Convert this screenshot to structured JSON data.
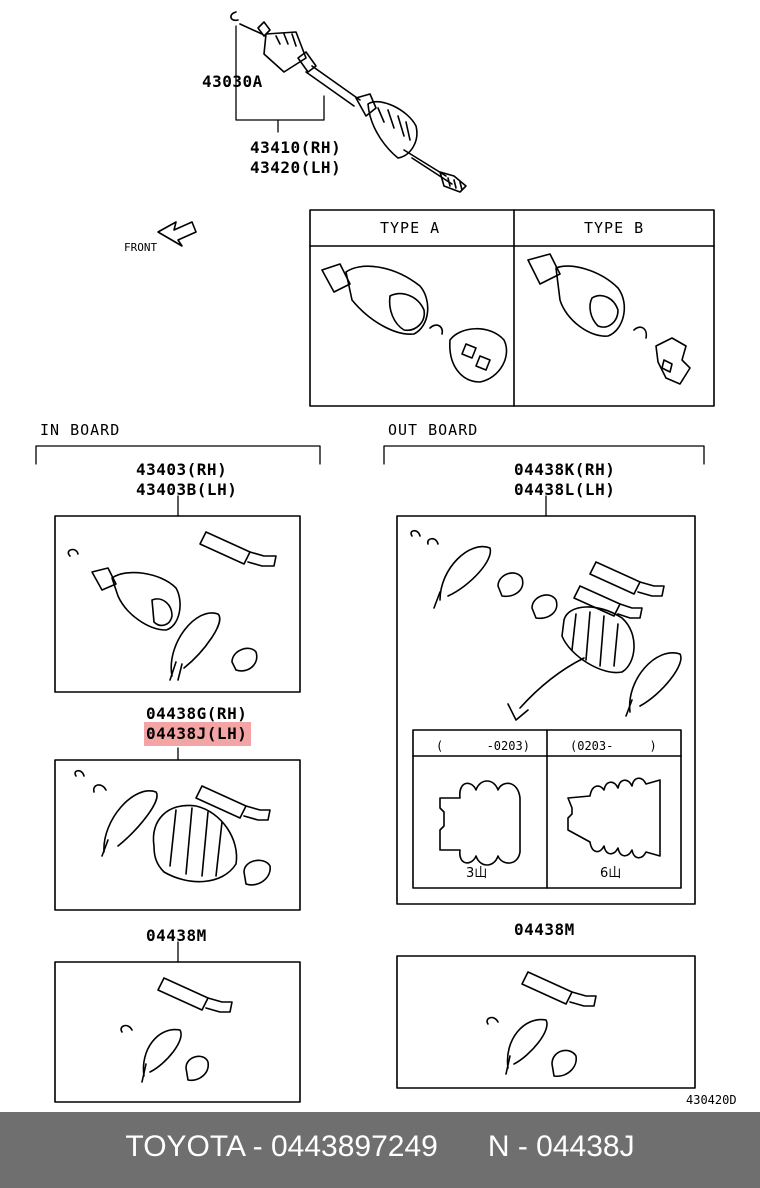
{
  "labels": {
    "top_assembly": "43030A",
    "shaft_rh": "43410(RH)",
    "shaft_lh": "43420(LH)",
    "front": "FRONT",
    "type_a": "TYPE A",
    "type_b": "TYPE B",
    "in_board": "IN BOARD",
    "out_board": "OUT BOARD",
    "inboard_joint_rh": "43403(RH)",
    "inboard_joint_lh": "43403B(LH)",
    "inboard_boot_rh": "04438G(RH)",
    "inboard_boot_lh": "04438J(LH)",
    "inboard_kit": "04438M",
    "outboard_boot_rh": "04438K(RH)",
    "outboard_boot_lh": "04438L(LH)",
    "outboard_kit": "04438M",
    "period_before": "(      -0203)",
    "period_after": "(0203-     )",
    "boot_3": "3山",
    "boot_6": "6山",
    "diagram_code": "430420D"
  },
  "footer": {
    "brand_part": "TOYOTA - 0443897249",
    "ref_part": "N - 04438J"
  },
  "colors": {
    "highlight": "#f3a4a4",
    "footer_bg": "#6f6f6f",
    "footer_text": "#ffffff"
  }
}
